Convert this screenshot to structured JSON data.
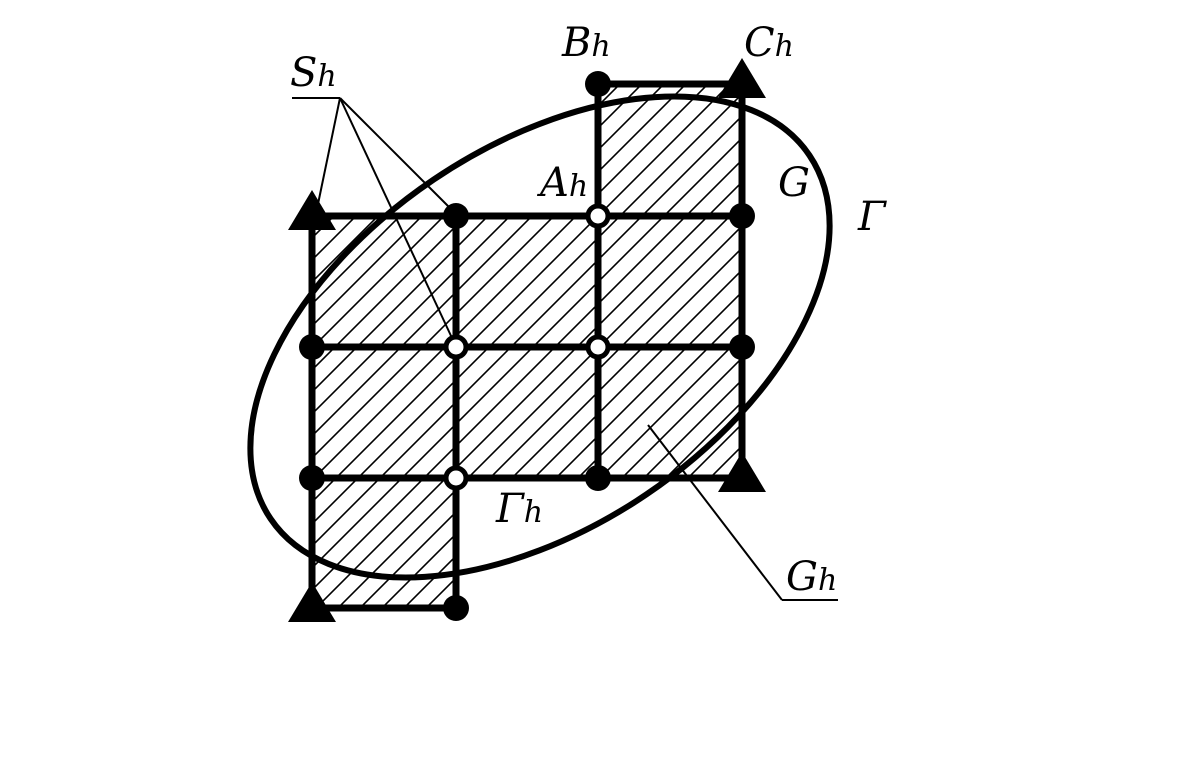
{
  "labels": {
    "S": {
      "main": "S",
      "sub": "h"
    },
    "B": {
      "main": "B",
      "sub": "h"
    },
    "C": {
      "main": "C",
      "sub": "h"
    },
    "A": {
      "main": "A",
      "sub": "h"
    },
    "G": {
      "main": "G"
    },
    "Gamma": {
      "main": "Γ"
    },
    "Gamma_h": {
      "main": "Γ",
      "sub": "h"
    },
    "G_h": {
      "main": "G",
      "sub": "h"
    }
  },
  "colors": {
    "ink": "#000000",
    "background": "#ffffff"
  }
}
